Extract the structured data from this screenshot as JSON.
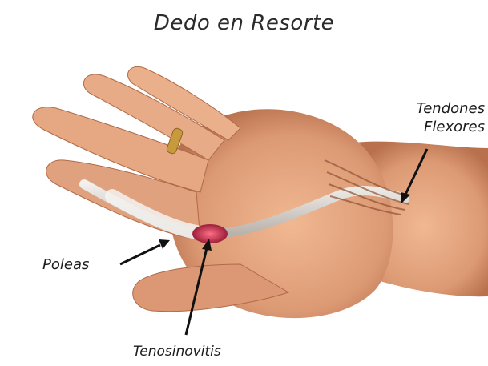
{
  "title": "Dedo en Resorte",
  "labels": {
    "tendones_line1": "Tendones",
    "tendones_line2": "Flexores",
    "poleas": "Poleas",
    "tenosinovitis": "Tenosinovitis"
  },
  "colors": {
    "skin": "#e2a07c",
    "skin_dark": "#b8704d",
    "tendon": "#d9d4cf",
    "inflammation": "#c0354f",
    "arrow": "#111111"
  }
}
